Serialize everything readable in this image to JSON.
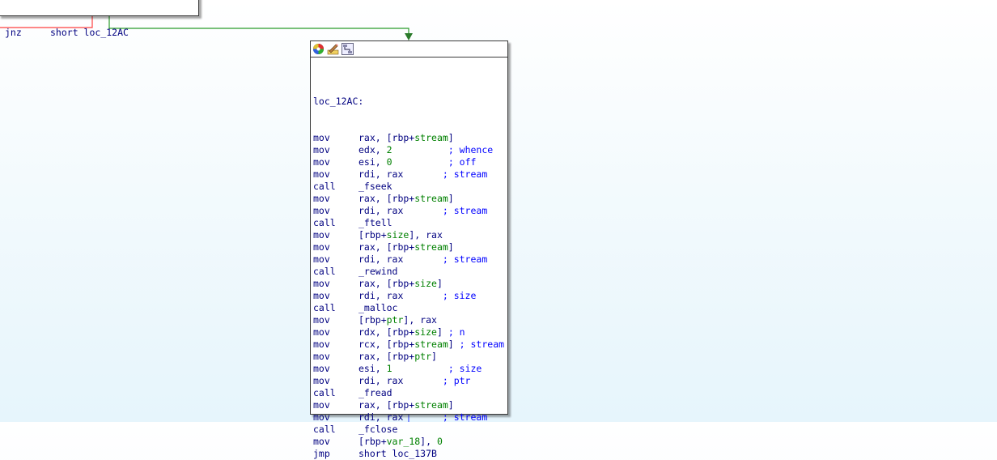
{
  "colors": {
    "false_edge": "#ff4040",
    "true_edge": "#2a9a2a",
    "flow_edge": "#4a5aff",
    "mnemonic": "#000080",
    "number": "#008000",
    "comment": "#0000ff"
  },
  "top_block": {
    "instruction": {
      "mnemonic": "jnz",
      "operand": "short loc_12AC"
    }
  },
  "main_block": {
    "toolbar_icons": [
      "color-palette-icon",
      "rename-edit-icon",
      "graph-view-icon"
    ],
    "label": "loc_12AC:",
    "lines": [
      {
        "m": "mov",
        "parts": [
          [
            "t",
            "rax, [rbp+"
          ],
          [
            "v",
            "stream"
          ],
          [
            "t",
            "]"
          ]
        ]
      },
      {
        "m": "mov",
        "parts": [
          [
            "t",
            "edx, "
          ],
          [
            "n",
            "2"
          ],
          [
            "t",
            "          "
          ],
          [
            "c",
            "; whence"
          ]
        ]
      },
      {
        "m": "mov",
        "parts": [
          [
            "t",
            "esi, "
          ],
          [
            "n",
            "0"
          ],
          [
            "t",
            "          "
          ],
          [
            "c",
            "; off"
          ]
        ]
      },
      {
        "m": "mov",
        "parts": [
          [
            "t",
            "rdi, rax       "
          ],
          [
            "c",
            "; stream"
          ]
        ]
      },
      {
        "m": "call",
        "parts": [
          [
            "f",
            "_fseek"
          ]
        ]
      },
      {
        "m": "mov",
        "parts": [
          [
            "t",
            "rax, [rbp+"
          ],
          [
            "v",
            "stream"
          ],
          [
            "t",
            "]"
          ]
        ]
      },
      {
        "m": "mov",
        "parts": [
          [
            "t",
            "rdi, rax       "
          ],
          [
            "c",
            "; stream"
          ]
        ]
      },
      {
        "m": "call",
        "parts": [
          [
            "f",
            "_ftell"
          ]
        ]
      },
      {
        "m": "mov",
        "parts": [
          [
            "t",
            "[rbp+"
          ],
          [
            "v",
            "size"
          ],
          [
            "t",
            "], rax"
          ]
        ]
      },
      {
        "m": "mov",
        "parts": [
          [
            "t",
            "rax, [rbp+"
          ],
          [
            "v",
            "stream"
          ],
          [
            "t",
            "]"
          ]
        ]
      },
      {
        "m": "mov",
        "parts": [
          [
            "t",
            "rdi, rax       "
          ],
          [
            "c",
            "; stream"
          ]
        ]
      },
      {
        "m": "call",
        "parts": [
          [
            "f",
            "_rewind"
          ]
        ]
      },
      {
        "m": "mov",
        "parts": [
          [
            "t",
            "rax, [rbp+"
          ],
          [
            "v",
            "size"
          ],
          [
            "t",
            "]"
          ]
        ]
      },
      {
        "m": "mov",
        "parts": [
          [
            "t",
            "rdi, rax       "
          ],
          [
            "c",
            "; size"
          ]
        ]
      },
      {
        "m": "call",
        "parts": [
          [
            "f",
            "_malloc"
          ]
        ]
      },
      {
        "m": "mov",
        "parts": [
          [
            "t",
            "[rbp+"
          ],
          [
            "v",
            "ptr"
          ],
          [
            "t",
            "], rax"
          ]
        ]
      },
      {
        "m": "mov",
        "parts": [
          [
            "t",
            "rdx, [rbp+"
          ],
          [
            "v",
            "size"
          ],
          [
            "t",
            "] "
          ],
          [
            "c",
            "; n"
          ]
        ]
      },
      {
        "m": "mov",
        "parts": [
          [
            "t",
            "rcx, [rbp+"
          ],
          [
            "v",
            "stream"
          ],
          [
            "t",
            "] "
          ],
          [
            "c",
            "; stream"
          ]
        ]
      },
      {
        "m": "mov",
        "parts": [
          [
            "t",
            "rax, [rbp+"
          ],
          [
            "v",
            "ptr"
          ],
          [
            "t",
            "]"
          ]
        ]
      },
      {
        "m": "mov",
        "parts": [
          [
            "t",
            "esi, "
          ],
          [
            "n",
            "1"
          ],
          [
            "t",
            "          "
          ],
          [
            "c",
            "; size"
          ]
        ]
      },
      {
        "m": "mov",
        "parts": [
          [
            "t",
            "rdi, rax       "
          ],
          [
            "c",
            "; ptr"
          ]
        ]
      },
      {
        "m": "call",
        "parts": [
          [
            "f",
            "_fread"
          ]
        ]
      },
      {
        "m": "mov",
        "parts": [
          [
            "t",
            "rax, [rbp+"
          ],
          [
            "v",
            "stream"
          ],
          [
            "t",
            "]"
          ]
        ]
      },
      {
        "m": "mov",
        "parts": [
          [
            "t",
            "rdi, rax       "
          ],
          [
            "c",
            "; stream"
          ]
        ]
      },
      {
        "m": "call",
        "parts": [
          [
            "f",
            "_fclose"
          ]
        ]
      },
      {
        "m": "mov",
        "parts": [
          [
            "t",
            "[rbp+"
          ],
          [
            "v",
            "var_18"
          ],
          [
            "t",
            "], "
          ],
          [
            "n",
            "0"
          ]
        ]
      },
      {
        "m": "jmp",
        "parts": [
          [
            "t",
            "short loc_137B"
          ]
        ]
      }
    ]
  }
}
